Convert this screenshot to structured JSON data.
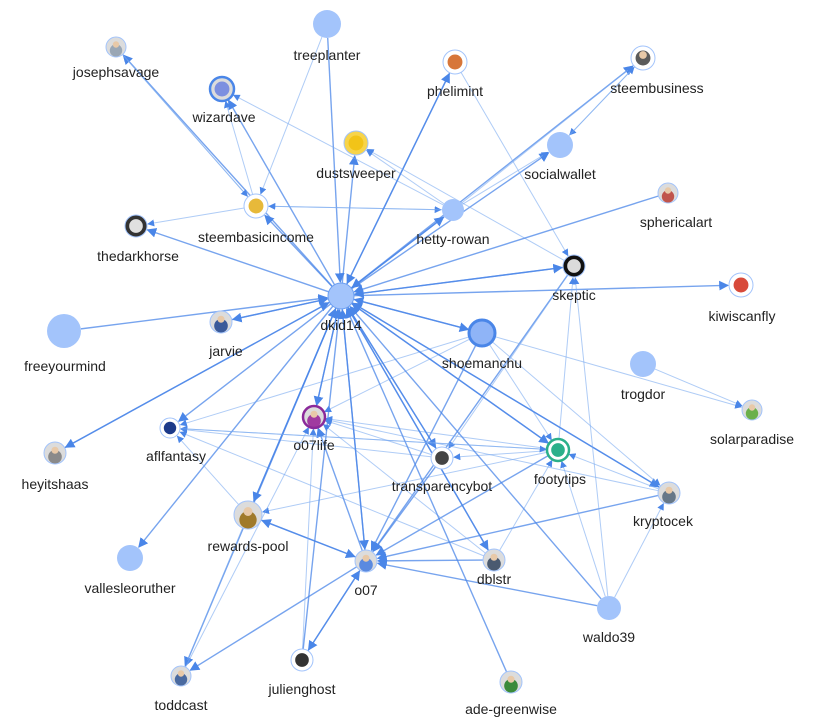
{
  "graph": {
    "nodes": [
      {
        "id": "josephsavage",
        "label": "josephsavage",
        "avatar": "photo",
        "color": "#9aa7b5"
      },
      {
        "id": "treeplanter",
        "label": "treeplanter",
        "avatar": "placeholder",
        "color": "#a3c4fb"
      },
      {
        "id": "phelimint",
        "label": "phelimint",
        "avatar": "logo",
        "color": "#d7763a"
      },
      {
        "id": "steembusiness",
        "label": "steembusiness",
        "avatar": "cartoon-face",
        "color": "#5b5b5b"
      },
      {
        "id": "wizardave",
        "label": "wizardave",
        "avatar": "wizard",
        "color": "#7c8fe0"
      },
      {
        "id": "dustsweeper",
        "label": "dustsweeper",
        "avatar": "yellow-cartoon",
        "color": "#f2c418"
      },
      {
        "id": "socialwallet",
        "label": "socialwallet",
        "avatar": "placeholder",
        "color": "#a3c4fb"
      },
      {
        "id": "sphericalart",
        "label": "sphericalart",
        "avatar": "photo",
        "color": "#c0544c"
      },
      {
        "id": "thedarkhorse",
        "label": "thedarkhorse",
        "avatar": "dark-logo",
        "color": "#333333"
      },
      {
        "id": "steembasicincome",
        "label": "steembasicincome",
        "avatar": "hands-logo",
        "color": "#e7b93a"
      },
      {
        "id": "hetty-rowan",
        "label": "hetty-rowan",
        "avatar": "placeholder",
        "color": "#a3c4fb"
      },
      {
        "id": "skeptic",
        "label": "skeptic",
        "avatar": "black-logo",
        "color": "#111111"
      },
      {
        "id": "kiwiscanfly",
        "label": "kiwiscanfly",
        "avatar": "bird",
        "color": "#d84a3a"
      },
      {
        "id": "freeyourmind",
        "label": "freeyourmind",
        "avatar": "placeholder",
        "color": "#a3c4fb"
      },
      {
        "id": "jarvie",
        "label": "jarvie",
        "avatar": "photo",
        "color": "#3a5a9a"
      },
      {
        "id": "dkid14",
        "label": "dkid14",
        "avatar": "placeholder",
        "color": "#a3c4fb"
      },
      {
        "id": "shoemanchu",
        "label": "shoemanchu",
        "avatar": "placeholder",
        "color": "#6a9ef2"
      },
      {
        "id": "trogdor",
        "label": "trogdor",
        "avatar": "placeholder",
        "color": "#a3c4fb"
      },
      {
        "id": "solarparadise",
        "label": "solarparadise",
        "avatar": "photo",
        "color": "#6ab04c"
      },
      {
        "id": "aflfantasy",
        "label": "aflfantasy",
        "avatar": "logo",
        "color": "#1c3a8a"
      },
      {
        "id": "o07life",
        "label": "o07life",
        "avatar": "photo",
        "color": "#a03aa0"
      },
      {
        "id": "heyitshaas",
        "label": "heyitshaas",
        "avatar": "photo",
        "color": "#8a8a8a"
      },
      {
        "id": "transparencybot",
        "label": "transparencybot",
        "avatar": "robot",
        "color": "#444444"
      },
      {
        "id": "footytips",
        "label": "footytips",
        "avatar": "logo",
        "color": "#2bb08a"
      },
      {
        "id": "kryptocek",
        "label": "kryptocek",
        "avatar": "photo",
        "color": "#667788"
      },
      {
        "id": "rewards-pool",
        "label": "rewards-pool",
        "avatar": "photo",
        "color": "#a07a2a"
      },
      {
        "id": "vallesleoruther",
        "label": "vallesleoruther",
        "avatar": "placeholder",
        "color": "#a3c4fb"
      },
      {
        "id": "o07",
        "label": "o07",
        "avatar": "photo",
        "color": "#5a8ae0"
      },
      {
        "id": "dblstr",
        "label": "dblstr",
        "avatar": "photo",
        "color": "#4a5a70"
      },
      {
        "id": "waldo39",
        "label": "waldo39",
        "avatar": "placeholder",
        "color": "#a3c4fb"
      },
      {
        "id": "julienghost",
        "label": "julienghost",
        "avatar": "ghost",
        "color": "#333333"
      },
      {
        "id": "toddcast",
        "label": "toddcast",
        "avatar": "photo",
        "color": "#4a6aa0"
      },
      {
        "id": "ade-greenwise",
        "label": "ade-greenwise",
        "avatar": "photo",
        "color": "#3a8a3a"
      }
    ],
    "edges": [
      [
        "dkid14",
        "josephsavage"
      ],
      [
        "dkid14",
        "wizardave"
      ],
      [
        "dkid14",
        "phelimint"
      ],
      [
        "dkid14",
        "steembusiness"
      ],
      [
        "dkid14",
        "socialwallet"
      ],
      [
        "dkid14",
        "thedarkhorse"
      ],
      [
        "dkid14",
        "steembasicincome"
      ],
      [
        "dkid14",
        "hetty-rowan"
      ],
      [
        "dkid14",
        "skeptic"
      ],
      [
        "dkid14",
        "kiwiscanfly"
      ],
      [
        "dkid14",
        "jarvie"
      ],
      [
        "dkid14",
        "shoemanchu"
      ],
      [
        "dkid14",
        "aflfantasy"
      ],
      [
        "dkid14",
        "o07life"
      ],
      [
        "dkid14",
        "heyitshaas"
      ],
      [
        "dkid14",
        "transparencybot"
      ],
      [
        "dkid14",
        "footytips"
      ],
      [
        "dkid14",
        "kryptocek"
      ],
      [
        "dkid14",
        "o07"
      ],
      [
        "dkid14",
        "dblstr"
      ],
      [
        "dkid14",
        "toddcast"
      ],
      [
        "dkid14",
        "vallesleoruther"
      ],
      [
        "dkid14",
        "rewards-pool"
      ],
      [
        "dkid14",
        "dustsweeper"
      ],
      [
        "treeplanter",
        "dkid14"
      ],
      [
        "treeplanter",
        "steembasicincome"
      ],
      [
        "freeyourmind",
        "dkid14"
      ],
      [
        "steembasicincome",
        "josephsavage"
      ],
      [
        "steembasicincome",
        "wizardave"
      ],
      [
        "steembasicincome",
        "thedarkhorse"
      ],
      [
        "steembasicincome",
        "hetty-rowan"
      ],
      [
        "josephsavage",
        "steembasicincome"
      ],
      [
        "hetty-rowan",
        "socialwallet"
      ],
      [
        "hetty-rowan",
        "steembusiness"
      ],
      [
        "hetty-rowan",
        "dustsweeper"
      ],
      [
        "hetty-rowan",
        "wizardave"
      ],
      [
        "hetty-rowan",
        "steembasicincome"
      ],
      [
        "hetty-rowan",
        "dkid14"
      ],
      [
        "steembusiness",
        "socialwallet"
      ],
      [
        "socialwallet",
        "steembusiness"
      ],
      [
        "phelimint",
        "skeptic"
      ],
      [
        "phelimint",
        "dkid14"
      ],
      [
        "skeptic",
        "dkid14"
      ],
      [
        "skeptic",
        "dustsweeper"
      ],
      [
        "skeptic",
        "o07"
      ],
      [
        "skeptic",
        "transparencybot"
      ],
      [
        "sphericalart",
        "dkid14"
      ],
      [
        "trogdor",
        "solarparadise"
      ],
      [
        "shoemanchu",
        "solarparadise"
      ],
      [
        "shoemanchu",
        "o07life"
      ],
      [
        "shoemanchu",
        "kryptocek"
      ],
      [
        "shoemanchu",
        "footytips"
      ],
      [
        "shoemanchu",
        "o07"
      ],
      [
        "shoemanchu",
        "dkid14"
      ],
      [
        "shoemanchu",
        "aflfantasy"
      ],
      [
        "footytips",
        "o07life"
      ],
      [
        "footytips",
        "aflfantasy"
      ],
      [
        "footytips",
        "o07"
      ],
      [
        "footytips",
        "dkid14"
      ],
      [
        "footytips",
        "transparencybot"
      ],
      [
        "footytips",
        "rewards-pool"
      ],
      [
        "footytips",
        "skeptic"
      ],
      [
        "kryptocek",
        "o07"
      ],
      [
        "kryptocek",
        "dkid14"
      ],
      [
        "kryptocek",
        "footytips"
      ],
      [
        "kryptocek",
        "o07life"
      ],
      [
        "transparencybot",
        "o07"
      ],
      [
        "transparencybot",
        "o07life"
      ],
      [
        "transparencybot",
        "dkid14"
      ],
      [
        "transparencybot",
        "aflfantasy"
      ],
      [
        "dblstr",
        "o07"
      ],
      [
        "dblstr",
        "dkid14"
      ],
      [
        "dblstr",
        "footytips"
      ],
      [
        "dblstr",
        "aflfantasy"
      ],
      [
        "dblstr",
        "o07life"
      ],
      [
        "waldo39",
        "o07"
      ],
      [
        "waldo39",
        "dkid14"
      ],
      [
        "waldo39",
        "kryptocek"
      ],
      [
        "waldo39",
        "footytips"
      ],
      [
        "waldo39",
        "skeptic"
      ],
      [
        "o07",
        "dkid14"
      ],
      [
        "o07",
        "o07life"
      ],
      [
        "o07",
        "rewards-pool"
      ],
      [
        "o07",
        "julienghost"
      ],
      [
        "o07",
        "toddcast"
      ],
      [
        "rewards-pool",
        "o07"
      ],
      [
        "rewards-pool",
        "dkid14"
      ],
      [
        "rewards-pool",
        "aflfantasy"
      ],
      [
        "rewards-pool",
        "toddcast"
      ],
      [
        "julienghost",
        "o07"
      ],
      [
        "julienghost",
        "o07life"
      ],
      [
        "julienghost",
        "dkid14"
      ],
      [
        "toddcast",
        "o07life"
      ],
      [
        "ade-greenwise",
        "dkid14"
      ],
      [
        "o07life",
        "dkid14"
      ],
      [
        "jarvie",
        "dkid14"
      ],
      [
        "aflfantasy",
        "footytips"
      ],
      [
        "heyitshaas",
        "dkid14"
      ]
    ]
  }
}
